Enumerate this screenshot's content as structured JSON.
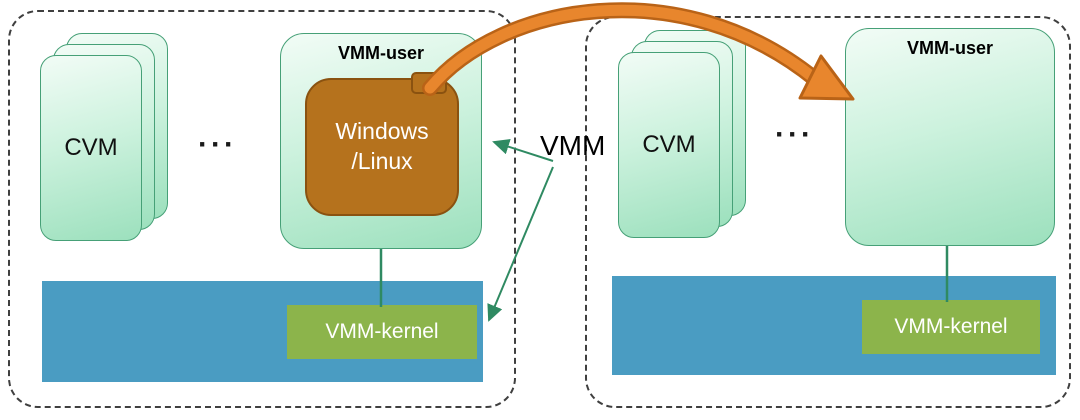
{
  "left_panel": {
    "cvm_label": "CVM",
    "ellipsis": "···",
    "vmm_user_label": "VMM-user",
    "guest_os_line1": "Windows",
    "guest_os_line2": "/Linux",
    "vmm_kernel_label": "VMM-kernel"
  },
  "center": {
    "vmm_label": "VMM"
  },
  "right_panel": {
    "cvm_label": "CVM",
    "ellipsis": "···",
    "vmm_user_label": "VMM-user",
    "vmm_kernel_label": "VMM-kernel"
  },
  "colors": {
    "vm_card_gradient_top": "#f2fcf6",
    "vm_card_gradient_bottom": "#9ce0bd",
    "vm_card_border": "#46a077",
    "guest_os_fill": "#b5721d",
    "guest_os_border": "#8a5210",
    "hypervisor_bar": "#4a9cc2",
    "kernel_fill": "#8cb44b",
    "green_arrow": "#2f8a62",
    "migration_arrow_fill": "#e8862d",
    "migration_arrow_border": "#b96317",
    "dashed_border": "#3f3f3f"
  },
  "icons": {
    "migration_arrow": "orange-curved-arrow",
    "vmm_pointer_arrows": "green-arrow-lines"
  }
}
